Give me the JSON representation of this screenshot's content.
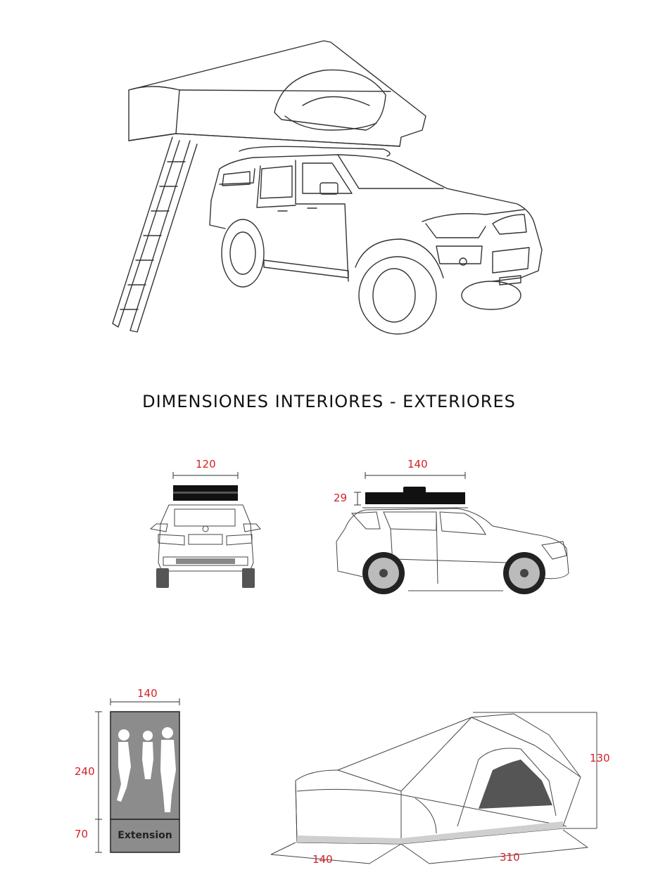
{
  "heading": "DIMENSIONES INTERIORES - EXTERIORES",
  "dimensions": {
    "rear_width": "120",
    "side_length": "140",
    "closed_height": "29",
    "floor_width": "140",
    "floor_length": "240",
    "extension_length": "70",
    "extension_label": "Extension",
    "tent_height": "130",
    "tent_width": "140",
    "tent_length": "310"
  },
  "colors": {
    "dimension_text": "#d61f26",
    "line_art": "#333333",
    "mattress_fill": "#8c8c8c"
  }
}
